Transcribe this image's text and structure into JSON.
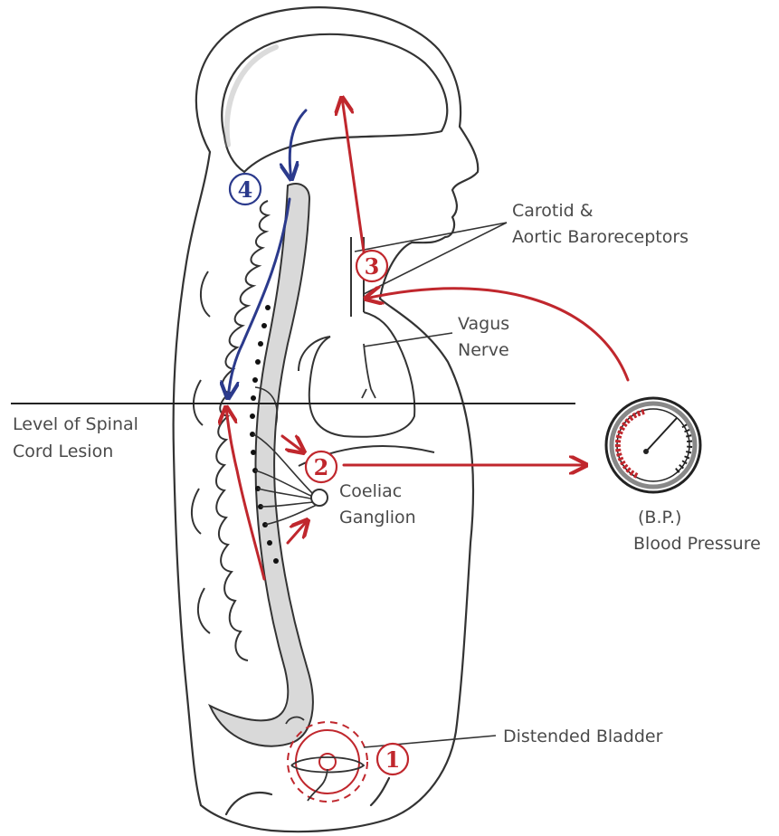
{
  "labels": {
    "baroreceptors_line1": "Carotid &",
    "baroreceptors_line2": "Aortic Baroreceptors",
    "vagus_line1": "Vagus",
    "vagus_line2": "Nerve",
    "lesion_line1": "Level of Spinal",
    "lesion_line2": "Cord Lesion",
    "coeliac_line1": "Coeliac",
    "coeliac_line2": "Ganglion",
    "bp_line1": "(B.P.)",
    "bp_line2": "Blood Pressure",
    "bladder": "Distended Bladder"
  },
  "steps": [
    {
      "number": "1",
      "color": "#c0272d"
    },
    {
      "number": "2",
      "color": "#c0272d"
    },
    {
      "number": "3",
      "color": "#c0272d"
    },
    {
      "number": "4",
      "color": "#2b3a8c"
    }
  ],
  "colors": {
    "outline": "#333333",
    "cord_fill": "#d9d9d9",
    "signal_red": "#c0272d",
    "signal_blue": "#2b3a8c",
    "text": "#4a4a4a"
  }
}
